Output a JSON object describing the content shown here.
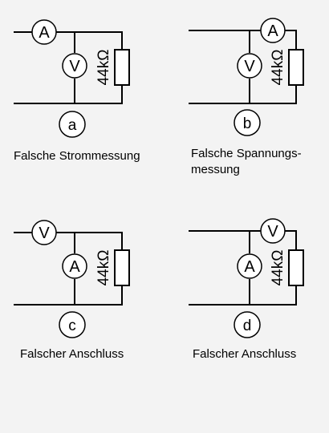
{
  "circuits": [
    {
      "label": "a",
      "caption": [
        "Falsche Strommessung"
      ],
      "top_meter": "A",
      "shunt_meter": "V",
      "resistor": "44kΩ"
    },
    {
      "label": "b",
      "caption": [
        "Falsche Spannungs-",
        "messung"
      ],
      "top_meter": "A",
      "shunt_meter": "V",
      "resistor": "44kΩ"
    },
    {
      "label": "c",
      "caption": [
        "Falscher Anschluss"
      ],
      "top_meter": "V",
      "shunt_meter": "A",
      "resistor": "44kΩ"
    },
    {
      "label": "d",
      "caption": [
        "Falscher Anschluss"
      ],
      "top_meter": "V",
      "shunt_meter": "A",
      "resistor": "44kΩ"
    }
  ]
}
